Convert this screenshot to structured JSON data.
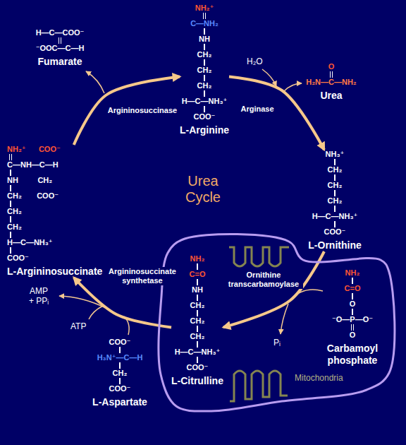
{
  "diagram": {
    "title": "Urea Cycle",
    "nodes": [
      {
        "text": [
          "H—C—COO⁻",
          "⁻OOC—C—H",
          "Fumarate"
        ]
      },
      {
        "text": [
          "NH₂⁺",
          "C—NH₂",
          "NH",
          "CH₂",
          "CH₂",
          "CH₂",
          "H—C—NH₃⁺",
          "COO⁻",
          "L-Arginine"
        ]
      },
      {
        "text": [
          "O",
          "H₂N—C—NH₂",
          "Urea"
        ]
      },
      {
        "text": [
          "NH₂⁺      COO⁻",
          "C—NH—C—H",
          "NH         CH₂",
          "CH₂       COO⁻",
          "CH₂",
          "CH₂",
          "H—C—NH₃⁺",
          "COO⁻",
          "L-Argininosuccinate"
        ]
      },
      {
        "text": [
          "NH₃⁺",
          "CH₂",
          "CH₂",
          "CH₂",
          "H—C—NH₃⁺",
          "COO⁻",
          "L-Ornithine"
        ]
      },
      {
        "text": [
          "Mitochondria"
        ]
      },
      {
        "text": [
          "NH₂",
          "C=O",
          "O",
          "⁻O—P—O⁻",
          "O",
          "Carbamoyl phosphate"
        ],
        "in": 5
      },
      {
        "text": [
          "NH₂",
          "C=O",
          "NH",
          "CH₂",
          "CH₂",
          "CH₂",
          "H—C—NH₃⁺",
          "COO⁻",
          "L-Citrulline"
        ],
        "in": 5
      },
      {
        "text": [
          "COO⁻",
          "H₃N⁺—C—H",
          "CH₂",
          "COO⁻",
          "L-Aspartate"
        ]
      }
    ],
    "edges": [
      {
        "from": 1,
        "to": 4,
        "arrow": "to",
        "label": "Arginase"
      },
      {
        "from": 4,
        "to": 7,
        "arrow": "to",
        "label": "Ornithine transcarbamoylase"
      },
      {
        "from": 7,
        "to": 3,
        "arrow": "to",
        "label": "Argininosuccinate synthetase"
      },
      {
        "from": 3,
        "to": 1,
        "arrow": "to",
        "label": "Argininosuccinase"
      }
    ],
    "labels": [
      "H₂O",
      "Pᵢ",
      "ATP",
      "AMP + PPᵢ"
    ]
  }
}
